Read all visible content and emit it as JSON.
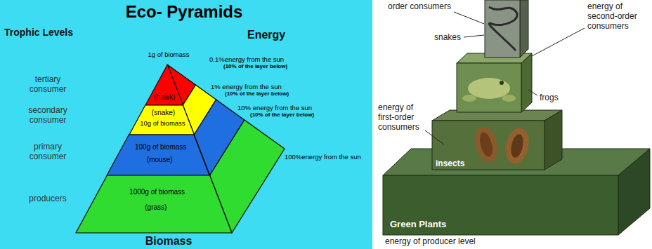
{
  "diagram": {
    "title": "Eco- Pyramids",
    "nodes": [
      {
        "text": [
          "(hawk)"
        ]
      },
      {
        "text": [
          "(snake)",
          "10g of biomass"
        ]
      },
      {
        "text": [
          "100g of biomass",
          "(mouse)"
        ]
      },
      {
        "text": [
          "1000g of biomass",
          "(grass)"
        ]
      },
      {
        "text": [
          "insects"
        ]
      },
      {
        "text": [
          "Green Plants"
        ]
      }
    ],
    "labels": [
      "Trophic Levels",
      "Energy",
      "1g of biomass",
      "tertiary consumer",
      "0.1%energy from the sun",
      "(10% of the layer below)",
      "1% energy from the sun",
      "(10% of the layer below)",
      "secondary consumer",
      "10% energy from the sun",
      "(10% of the layer below)",
      "primary consumer",
      "100%energy from the sun",
      "producers",
      "Biomass",
      "order consumers",
      "energy of second-order consumers",
      "snakes",
      "frogs",
      "energy of first-order consumers",
      "energy of producer level"
    ]
  }
}
